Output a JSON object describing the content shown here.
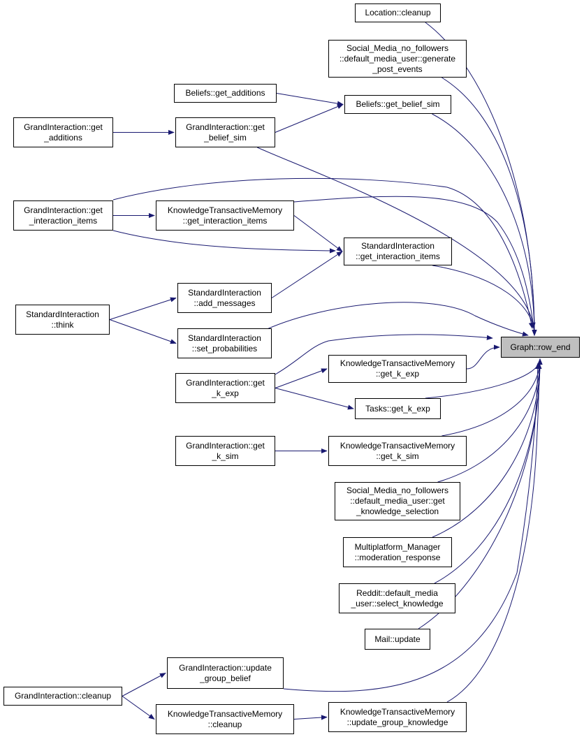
{
  "graph": {
    "title": "Graph::row_end",
    "focus_node": "row_end",
    "colors": {
      "edge": "#191970",
      "node_border": "#000000",
      "node_fill": "#ffffff",
      "focus_fill": "#bfbfbf"
    },
    "nodes": [
      {
        "id": "row_end",
        "lines": [
          "Graph::row_end"
        ]
      },
      {
        "id": "loc_cleanup",
        "lines": [
          "Location::cleanup"
        ]
      },
      {
        "id": "sm_generate",
        "lines": [
          "Social_Media_no_followers",
          "::default_media_user::generate",
          "_post_events"
        ]
      },
      {
        "id": "beliefs_add",
        "lines": [
          "Beliefs::get_additions"
        ]
      },
      {
        "id": "beliefs_sim",
        "lines": [
          "Beliefs::get_belief_sim"
        ]
      },
      {
        "id": "gi_additions",
        "lines": [
          "GrandInteraction::get",
          "_additions"
        ]
      },
      {
        "id": "gi_belief_sim",
        "lines": [
          "GrandInteraction::get",
          "_belief_sim"
        ]
      },
      {
        "id": "gi_items",
        "lines": [
          "GrandInteraction::get",
          "_interaction_items"
        ]
      },
      {
        "id": "ktm_items",
        "lines": [
          "KnowledgeTransactiveMemory",
          "::get_interaction_items"
        ]
      },
      {
        "id": "si_items",
        "lines": [
          "StandardInteraction",
          "::get_interaction_items"
        ]
      },
      {
        "id": "si_add_msg",
        "lines": [
          "StandardInteraction",
          "::add_messages"
        ]
      },
      {
        "id": "si_think",
        "lines": [
          "StandardInteraction",
          "::think"
        ]
      },
      {
        "id": "si_set_prob",
        "lines": [
          "StandardInteraction",
          "::set_probabilities"
        ]
      },
      {
        "id": "ktm_k_exp",
        "lines": [
          "KnowledgeTransactiveMemory",
          "::get_k_exp"
        ]
      },
      {
        "id": "gi_k_exp",
        "lines": [
          "GrandInteraction::get",
          "_k_exp"
        ]
      },
      {
        "id": "tasks_k_exp",
        "lines": [
          "Tasks::get_k_exp"
        ]
      },
      {
        "id": "gi_k_sim",
        "lines": [
          "GrandInteraction::get",
          "_k_sim"
        ]
      },
      {
        "id": "ktm_k_sim",
        "lines": [
          "KnowledgeTransactiveMemory",
          "::get_k_sim"
        ]
      },
      {
        "id": "sm_knowledge",
        "lines": [
          "Social_Media_no_followers",
          "::default_media_user::get",
          "_knowledge_selection"
        ]
      },
      {
        "id": "mp_moderation",
        "lines": [
          "Multiplatform_Manager",
          "::moderation_response"
        ]
      },
      {
        "id": "reddit_select",
        "lines": [
          "Reddit::default_media",
          "_user::select_knowledge"
        ]
      },
      {
        "id": "mail_update",
        "lines": [
          "Mail::update"
        ]
      },
      {
        "id": "gi_update_group",
        "lines": [
          "GrandInteraction::update",
          "_group_belief"
        ]
      },
      {
        "id": "gi_cleanup",
        "lines": [
          "GrandInteraction::cleanup"
        ]
      },
      {
        "id": "ktm_cleanup",
        "lines": [
          "KnowledgeTransactiveMemory",
          "::cleanup"
        ]
      },
      {
        "id": "ktm_update_group",
        "lines": [
          "KnowledgeTransactiveMemory",
          "::update_group_knowledge"
        ]
      }
    ],
    "edges": [
      [
        "loc_cleanup",
        "row_end"
      ],
      [
        "sm_generate",
        "row_end"
      ],
      [
        "beliefs_add",
        "beliefs_sim"
      ],
      [
        "beliefs_sim",
        "row_end"
      ],
      [
        "gi_belief_sim",
        "beliefs_sim"
      ],
      [
        "gi_belief_sim",
        "row_end"
      ],
      [
        "gi_additions",
        "gi_belief_sim"
      ],
      [
        "gi_items",
        "row_end"
      ],
      [
        "gi_items",
        "ktm_items"
      ],
      [
        "gi_items",
        "si_items"
      ],
      [
        "ktm_items",
        "row_end"
      ],
      [
        "ktm_items",
        "si_items"
      ],
      [
        "si_items",
        "row_end"
      ],
      [
        "si_add_msg",
        "si_items"
      ],
      [
        "si_think",
        "si_add_msg"
      ],
      [
        "si_think",
        "si_set_prob"
      ],
      [
        "si_set_prob",
        "row_end"
      ],
      [
        "gi_k_exp",
        "row_end"
      ],
      [
        "gi_k_exp",
        "ktm_k_exp"
      ],
      [
        "gi_k_exp",
        "tasks_k_exp"
      ],
      [
        "ktm_k_exp",
        "row_end"
      ],
      [
        "tasks_k_exp",
        "row_end"
      ],
      [
        "gi_k_sim",
        "ktm_k_sim"
      ],
      [
        "ktm_k_sim",
        "row_end"
      ],
      [
        "sm_knowledge",
        "row_end"
      ],
      [
        "mp_moderation",
        "row_end"
      ],
      [
        "reddit_select",
        "row_end"
      ],
      [
        "mail_update",
        "row_end"
      ],
      [
        "gi_cleanup",
        "gi_update_group"
      ],
      [
        "gi_cleanup",
        "ktm_cleanup"
      ],
      [
        "gi_update_group",
        "row_end"
      ],
      [
        "ktm_cleanup",
        "ktm_update_group"
      ],
      [
        "ktm_update_group",
        "row_end"
      ]
    ]
  }
}
